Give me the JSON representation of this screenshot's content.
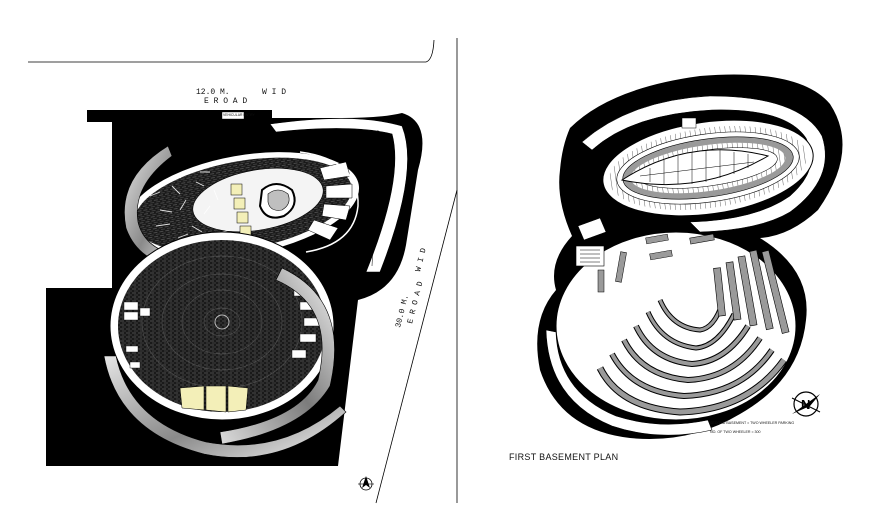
{
  "site_plan": {
    "north_road": {
      "width_label": "12.0 M.",
      "wid_label": "W I D",
      "road_label": "E R O A D"
    },
    "east_road": {
      "width_label": "30.0 M.",
      "wid_label": "W I D",
      "road_label": "E R O A D"
    },
    "gate_label": "VEHICULAR ENTRY",
    "north_arrow_icon": "north-arrow-icon"
  },
  "basement_plan": {
    "title": "FIRST BASEMENT PLAN",
    "note_line_1": "SECOND BASEMENT = TWO WHEELER PARKING",
    "note_line_2": "NO. OF TWO WHEELER = 300",
    "north_arrow_letter": "N",
    "north_arrow_icon": "north-arrow-icon"
  },
  "colors": {
    "ink": "#000000",
    "paper": "#ffffff",
    "highlight": "#f3efb8",
    "grey": "#9a9a9a"
  }
}
